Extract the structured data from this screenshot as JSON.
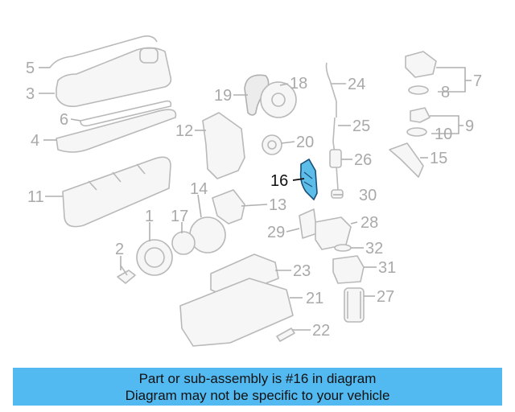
{
  "callouts": {
    "c1": "1",
    "c2": "2",
    "c3": "3",
    "c4": "4",
    "c5": "5",
    "c6": "6",
    "c7": "7",
    "c8": "8",
    "c9": "9",
    "c10": "10",
    "c11": "11",
    "c12": "12",
    "c13": "13",
    "c14": "14",
    "c15": "15",
    "c16": "16",
    "c17": "17",
    "c18": "18",
    "c19": "19",
    "c20": "20",
    "c21": "21",
    "c22": "22",
    "c23": "23",
    "c24": "24",
    "c25": "25",
    "c26": "26",
    "c27": "27",
    "c28": "28",
    "c29": "29",
    "c30": "30",
    "c31": "31",
    "c32": "32"
  },
  "highlighted_part": "16",
  "banner": {
    "line1": "Part or sub-assembly is #16 in diagram",
    "line2": "Diagram may not be specific to your vehicle"
  },
  "colors": {
    "banner_bg": "#52baf1",
    "highlight_fill": "#5bbde8",
    "highlight_stroke": "#1a4f7a",
    "diagram_line": "#b9b9b9"
  }
}
